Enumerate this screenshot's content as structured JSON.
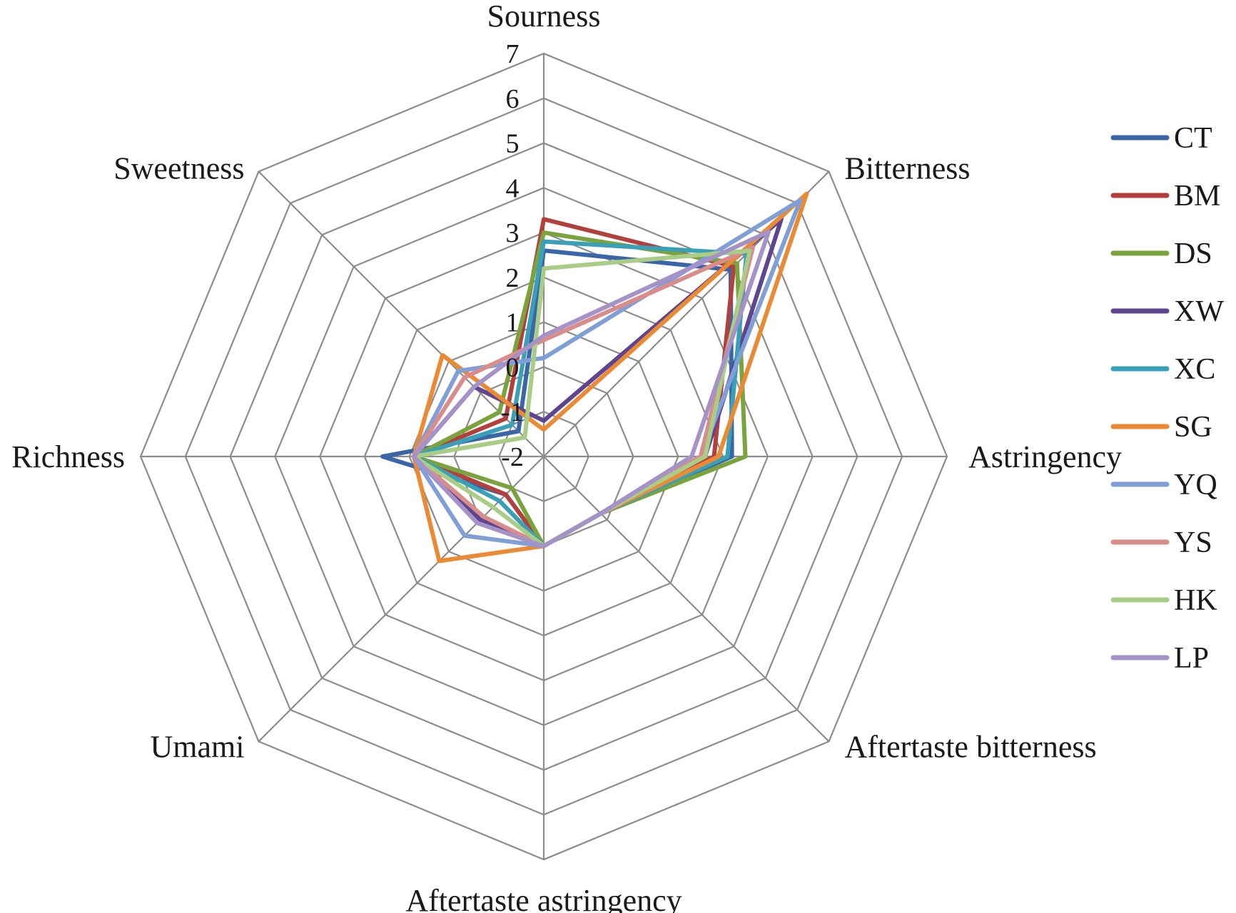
{
  "chart_data": {
    "type": "radar",
    "axes": [
      "Sourness",
      "Bitterness",
      "Astringency",
      "Aftertaste bitterness",
      "Aftertaste astringency",
      "Umami",
      "Richness",
      "Sweetness"
    ],
    "rlim": [
      -2,
      7
    ],
    "ticks": [
      -2,
      -1,
      0,
      1,
      2,
      3,
      4,
      5,
      6,
      7
    ],
    "tick_labels": [
      "-2",
      "-1",
      "0",
      "1",
      "2",
      "3",
      "4",
      "5",
      "6",
      "7"
    ],
    "grid": true,
    "legend_position": "right",
    "series": [
      {
        "name": "CT",
        "color": "#3a66a8",
        "values": [
          2.6,
          3.9,
          2.2,
          -0.2,
          0.0,
          -0.8,
          1.6,
          -1.2
        ]
      },
      {
        "name": "BM",
        "color": "#b3403c",
        "values": [
          3.3,
          4.0,
          1.8,
          -0.2,
          0.0,
          -0.8,
          0.9,
          -0.8
        ]
      },
      {
        "name": "DS",
        "color": "#7aa33e",
        "values": [
          3.0,
          4.1,
          2.5,
          -0.2,
          0.0,
          -1.0,
          0.9,
          -0.6
        ]
      },
      {
        "name": "XW",
        "color": "#5f4590",
        "values": [
          -1.2,
          5.5,
          1.6,
          -0.2,
          0.0,
          0.0,
          0.9,
          0.2
        ]
      },
      {
        "name": "XC",
        "color": "#3aa0b8",
        "values": [
          2.8,
          4.4,
          2.1,
          -0.2,
          0.0,
          -0.6,
          0.9,
          -1.0
        ]
      },
      {
        "name": "SG",
        "color": "#ea8a35",
        "values": [
          -1.4,
          6.3,
          1.9,
          -0.2,
          0.0,
          1.3,
          0.9,
          1.2
        ]
      },
      {
        "name": "YQ",
        "color": "#7f9fd6",
        "values": [
          0.2,
          6.1,
          1.5,
          -0.2,
          0.0,
          0.5,
          0.9,
          0.7
        ]
      },
      {
        "name": "YS",
        "color": "#d98d8a",
        "values": [
          0.6,
          4.6,
          1.5,
          -0.2,
          0.0,
          -0.1,
          0.9,
          0.5
        ]
      },
      {
        "name": "HK",
        "color": "#a9cc86",
        "values": [
          2.2,
          4.5,
          1.6,
          -0.2,
          0.0,
          -0.4,
          0.9,
          -1.4
        ]
      },
      {
        "name": "LP",
        "color": "#a592c6",
        "values": [
          0.7,
          5.1,
          1.3,
          -0.2,
          0.0,
          0.1,
          0.9,
          0.2
        ]
      }
    ]
  }
}
